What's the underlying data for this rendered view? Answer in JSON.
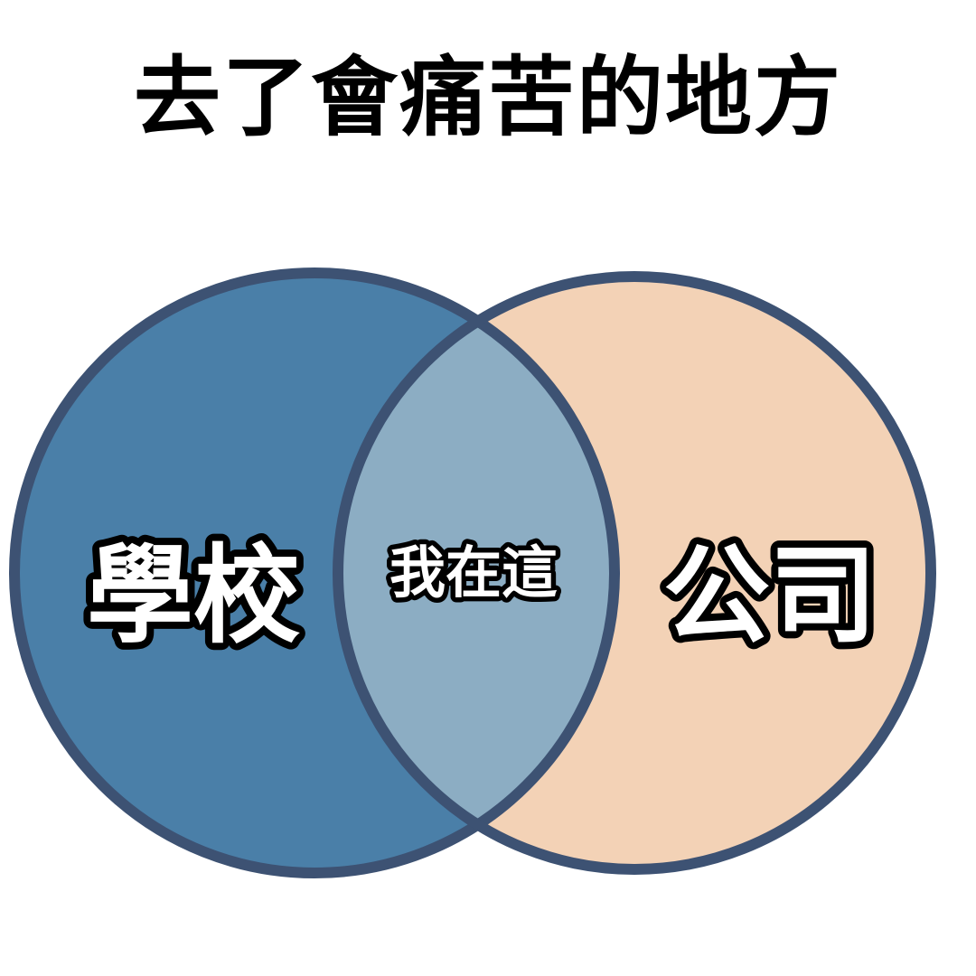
{
  "title": "去了會痛苦的地方",
  "venn": {
    "left_label": "學校",
    "center_label": "我在這",
    "right_label": "公司"
  },
  "colors": {
    "left_fill": "#4a7fa8",
    "right_fill": "#f3d2b6",
    "overlap_fill": "#8cadc3",
    "outline": "#3d5273",
    "text_fill": "#ffffff",
    "text_outline": "#000000"
  }
}
